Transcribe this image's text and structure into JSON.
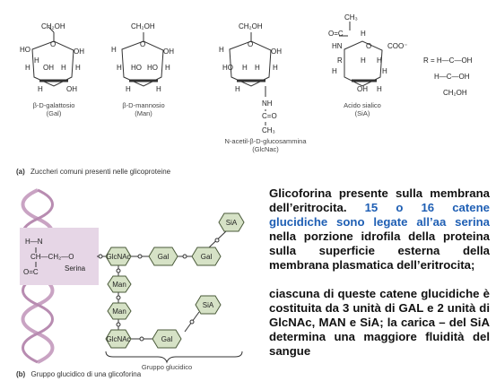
{
  "panel_a": {
    "structures": [
      {
        "name": "β-D-galattosio",
        "abbr": "(Gal)"
      },
      {
        "name": "β-D-mannosio",
        "abbr": "(Man)"
      },
      {
        "name": "N-acetil-β-D-glucosammina",
        "abbr": "(GlcNac)"
      },
      {
        "name": "Acido sialico",
        "abbr": "(SiA)"
      }
    ],
    "caption_letter": "(a)",
    "caption": "Zuccheri comuni presenti nelle glicoproteine"
  },
  "panel_b": {
    "labels": {
      "serina": "Serina",
      "nh": "H—N",
      "ch": "CH—CH₂—O",
      "co": "O=C",
      "group": "Gruppo glucidico"
    },
    "nodes": [
      "GlcNAc",
      "Gal",
      "Gal",
      "SiA",
      "Man",
      "Man",
      "GlcNAc",
      "Gal",
      "SiA"
    ],
    "caption_letter": "(b)",
    "caption": "Gruppo glucidico di una glicoforina"
  },
  "description": {
    "p1_part1": "Glicoforina presente sulla membrana dell’eritrocita.",
    "p1_highlight": "15 o 16 catene glucidiche sono legate all’aa serina",
    "p1_part2": "nella porzione idrofila della proteina sulla superficie esterna della membrana plasmatica dell’eritrocita;",
    "p2": "ciascuna di queste catene glucidiche è costituita da 3 unità di GAL  e 2 unità di GlcNAc, MAN e SiA; la carica –  del SiA determina una maggiore fluidità del sangue"
  },
  "colors": {
    "node_fill": "#d6e2c6",
    "node_stroke": "#4a5a3a",
    "serine_box": "#e6d6e6",
    "helix": "#c9a3c3",
    "highlight_text": "#1f5fb4"
  }
}
